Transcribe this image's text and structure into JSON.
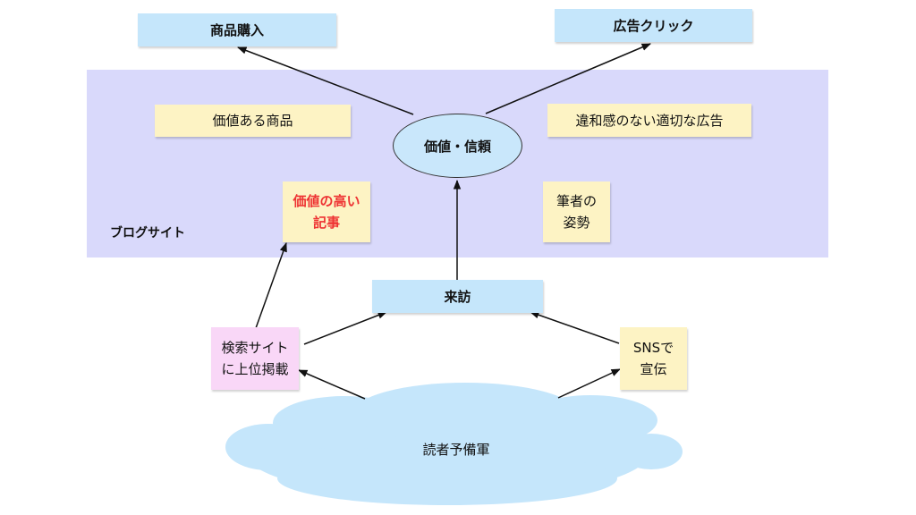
{
  "region": {
    "label": "ブログサイト",
    "color": "#d9d9fb"
  },
  "nodes": {
    "purchase": "商品購入",
    "ad_click": "広告クリック",
    "valuable_product": "価値ある商品",
    "appropriate_ad": "違和感のない適切な広告",
    "value_trust": "価値・信頼",
    "valuable_article": {
      "line1": "価値の高い",
      "line2": "記事"
    },
    "writer_stance": {
      "line1": "筆者の",
      "line2": "姿勢"
    },
    "visit": "来訪",
    "search_ranking": {
      "line1": "検索サイト",
      "line2": "に上位掲載"
    },
    "sns_promo": {
      "line1": "SNSで",
      "line2": "宣伝"
    },
    "readers": "読者予備軍"
  },
  "colors": {
    "blue_box": "#c5e6fb",
    "sticky_yellow": "#fdf3c4",
    "sticky_pink": "#f9d7f7",
    "highlight_red": "#ee3333",
    "cloud": "#c5e6fb"
  }
}
